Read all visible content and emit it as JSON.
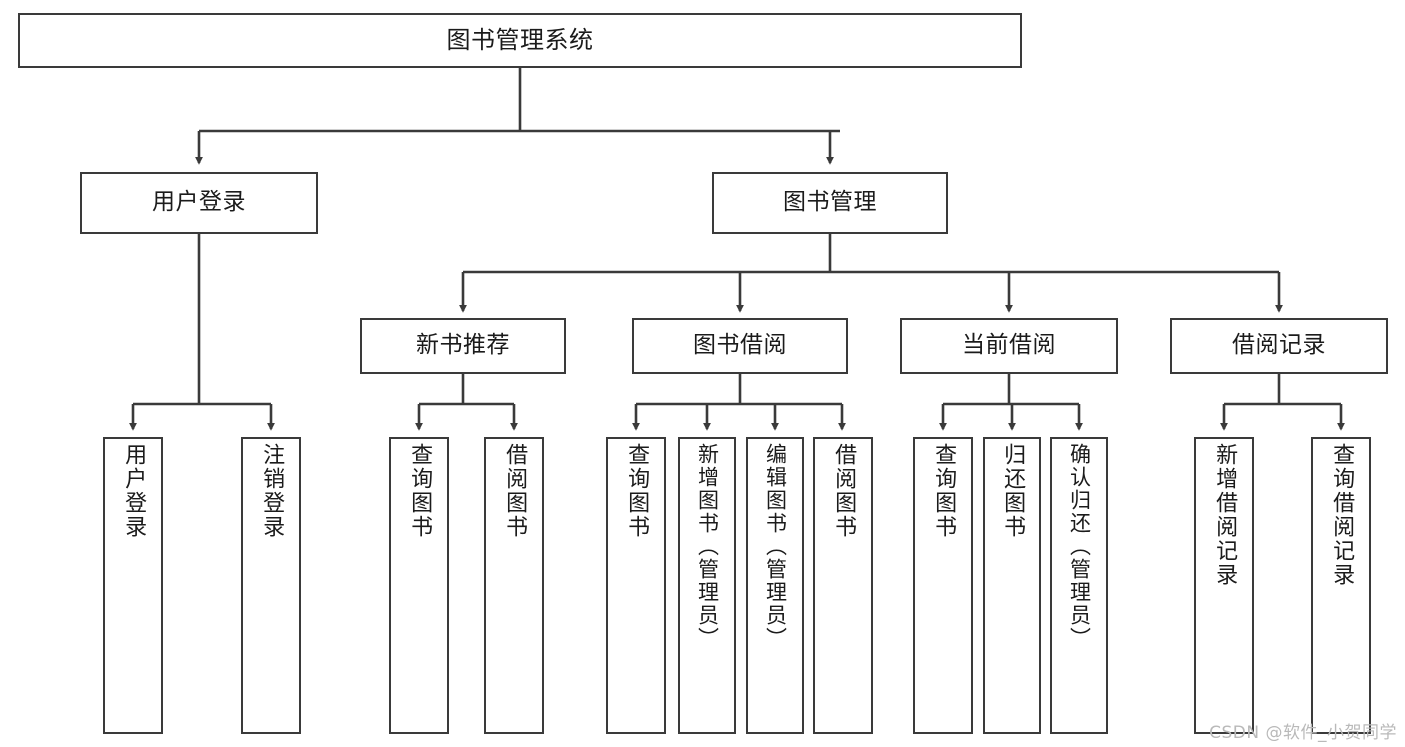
{
  "diagram": {
    "title_node": {
      "label": "图书管理系统"
    },
    "level1": [
      {
        "key": "user_login",
        "label": "用户登录"
      },
      {
        "key": "book_manage",
        "label": "图书管理"
      }
    ],
    "level2": [
      {
        "key": "new_book_rec",
        "label": "新书推荐"
      },
      {
        "key": "book_borrow",
        "label": "图书借阅"
      },
      {
        "key": "current_borrow",
        "label": "当前借阅"
      },
      {
        "key": "borrow_record",
        "label": "借阅记录"
      }
    ],
    "leaves": {
      "user_login": [
        {
          "key": "leaf_user_login",
          "label": "用户登录"
        },
        {
          "key": "leaf_logout",
          "label": "注销登录"
        }
      ],
      "new_book_rec": [
        {
          "key": "leaf_query_book_1",
          "label": "查询图书"
        },
        {
          "key": "leaf_borrow_book_1",
          "label": "借阅图书"
        }
      ],
      "book_borrow": [
        {
          "key": "leaf_query_book_2",
          "label": "查询图书"
        },
        {
          "key": "leaf_add_book",
          "label": "新增图书（管理员）"
        },
        {
          "key": "leaf_edit_book",
          "label": "编辑图书（管理员）"
        },
        {
          "key": "leaf_borrow_book_2",
          "label": "借阅图书"
        }
      ],
      "current_borrow": [
        {
          "key": "leaf_query_book_3",
          "label": "查询图书"
        },
        {
          "key": "leaf_return_book",
          "label": "归还图书"
        },
        {
          "key": "leaf_confirm_return",
          "label": "确认归还（管理员）"
        }
      ],
      "borrow_record": [
        {
          "key": "leaf_add_record",
          "label": "新增借阅记录"
        },
        {
          "key": "leaf_query_record",
          "label": "查询借阅记录"
        }
      ]
    },
    "watermark": "CSDN @软件_小贺同学",
    "colors": {
      "stroke": "#3a3a3a",
      "fill": "#ffffff",
      "text": "#1b1b1b",
      "watermark": "#b9b9b9"
    }
  }
}
